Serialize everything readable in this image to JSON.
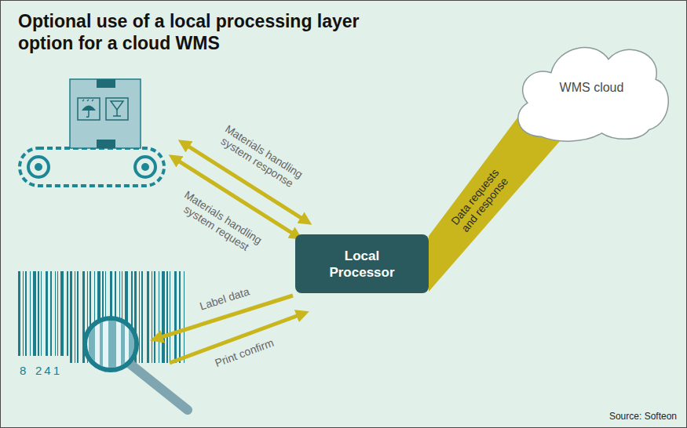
{
  "diagram": {
    "title": "Optional use of a local processing layer option for a cloud WMS",
    "nodes": [
      {
        "text": [
          "Local Processor"
        ]
      },
      {
        "text": [
          "WMS cloud"
        ]
      }
    ],
    "edges": [
      {
        "from": 0,
        "to": 1,
        "arrow": "none",
        "label": "Data requests and response"
      }
    ],
    "labels": [
      "Materials handling system response",
      "Materials handling system request",
      "Label data",
      "Print confirm",
      "8",
      "241",
      "Source: Softeon"
    ]
  }
}
